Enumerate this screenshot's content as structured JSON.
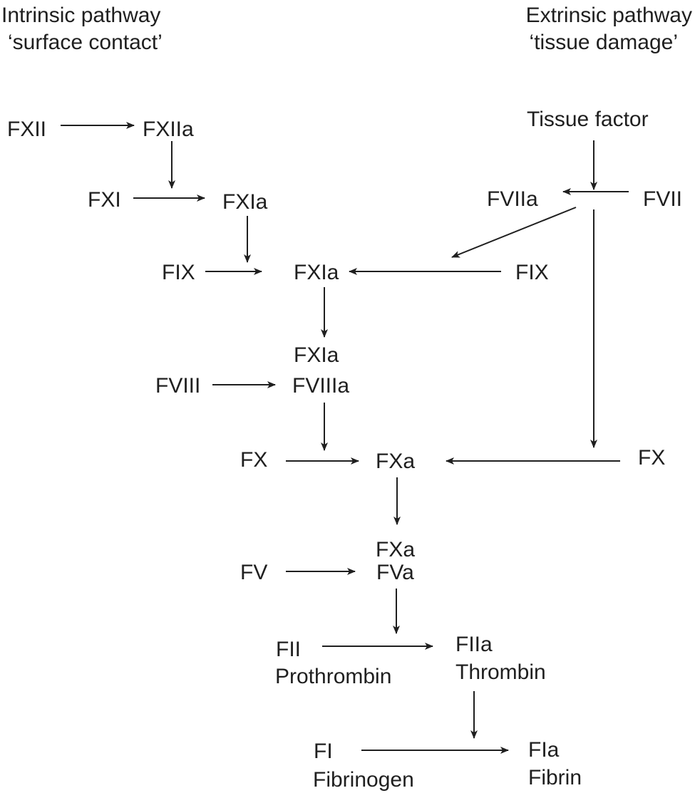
{
  "headers": {
    "intrinsic": {
      "title": "Intrinsic pathway",
      "subtitle": "‘surface contact’"
    },
    "extrinsic": {
      "title": "Extrinsic pathway",
      "subtitle": "‘tissue damage’"
    }
  },
  "nodes": {
    "fxii": "FXII",
    "fxiia": "FXIIa",
    "fxi": "FXI",
    "fxia_1": "FXIa",
    "fix_left": "FIX",
    "fxia_2": "FXIa",
    "fix_right": "FIX",
    "tissue_factor": "Tissue factor",
    "fviia": "FVIIa",
    "fvii": "FVII",
    "fxia_3": "FXIa",
    "fviiia": "FVIIIa",
    "fviii": "FVIII",
    "fx_left": "FX",
    "fxa": "FXa",
    "fx_right": "FX",
    "fxa_2": "FXa",
    "fva": "FVa",
    "fv": "FV",
    "fii": "FII",
    "prothrombin": "Prothrombin",
    "fiia": "FIIa",
    "thrombin": "Thrombin",
    "fi": "FI",
    "fibrinogen": "Fibrinogen",
    "fia": "FIa",
    "fibrin": "Fibrin"
  },
  "edges": [
    {
      "from": "FXII",
      "to": "FXIIa"
    },
    {
      "from": "FXIIa",
      "to": "FXI→FXIa"
    },
    {
      "from": "FXI",
      "to": "FXIa"
    },
    {
      "from": "FXIa",
      "to": "FIX→FXIa"
    },
    {
      "from": "FIX (intrinsic)",
      "to": "FXIa"
    },
    {
      "from": "FIX (extrinsic)",
      "to": "FXIa"
    },
    {
      "from": "Tissue factor",
      "to": "FVII→FVIIa"
    },
    {
      "from": "FVII",
      "to": "FVIIa"
    },
    {
      "from": "FVIIa",
      "to": "FIX→FXIa"
    },
    {
      "from": "FVIIa",
      "to": "FX→FXa"
    },
    {
      "from": "FXIa",
      "to": "FXIa/FVIIIa"
    },
    {
      "from": "FVIII",
      "to": "FVIIIa"
    },
    {
      "from": "FXIa/FVIIIa",
      "to": "FX→FXa"
    },
    {
      "from": "FX (intrinsic)",
      "to": "FXa"
    },
    {
      "from": "FX (extrinsic)",
      "to": "FXa"
    },
    {
      "from": "FXa",
      "to": "FXa/FVa"
    },
    {
      "from": "FV",
      "to": "FVa"
    },
    {
      "from": "FXa/FVa",
      "to": "FII→FIIa"
    },
    {
      "from": "FII Prothrombin",
      "to": "FIIa Thrombin"
    },
    {
      "from": "FIIa Thrombin",
      "to": "FI→FIa"
    },
    {
      "from": "FI Fibrinogen",
      "to": "FIa Fibrin"
    }
  ]
}
